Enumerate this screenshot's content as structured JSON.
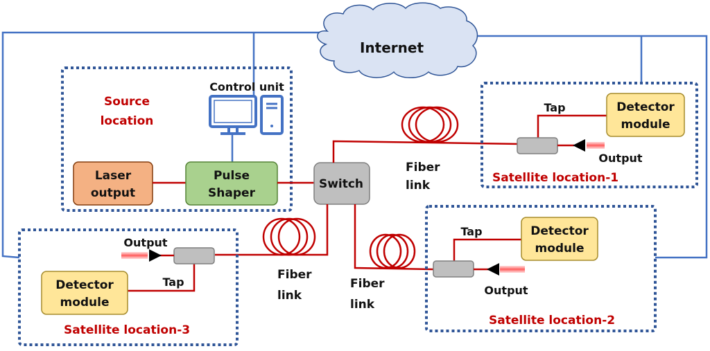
{
  "title": "Fiber network distribution diagram",
  "colors": {
    "network_line": "#4472c4",
    "fiber_line": "#c00000",
    "location_border": "#2f5597",
    "cloud_fill": "#dae3f3",
    "laser_fill": "#f4b183",
    "pulse_shaper_fill": "#a9d18e",
    "detector_fill": "#ffe699",
    "switch_fill": "#bfbfbf"
  },
  "cloud": {
    "label": "Internet",
    "icon": "cloud-icon"
  },
  "source": {
    "location_label_line1": "Source",
    "location_label_line2": "location",
    "control_unit_label": "Control unit",
    "control_unit_icons": [
      "monitor-icon",
      "tower-pc-icon"
    ],
    "laser": {
      "line1": "Laser",
      "line2": "output"
    },
    "pulse_shaper": {
      "line1": "Pulse",
      "line2": "Shaper"
    }
  },
  "switch": {
    "label": "Switch"
  },
  "fiber_links": [
    {
      "line1": "Fiber",
      "line2": "link",
      "to": "Satellite location-1"
    },
    {
      "line1": "Fiber",
      "line2": "link",
      "to": "Satellite location-3"
    },
    {
      "line1": "Fiber",
      "line2": "link",
      "to": "Satellite location-2"
    }
  ],
  "satellites": [
    {
      "name": "Satellite location-1",
      "tap": "Tap",
      "output": "Output",
      "detector_line1": "Detector",
      "detector_line2": "module"
    },
    {
      "name": "Satellite location-2",
      "tap": "Tap",
      "output": "Output",
      "detector_line1": "Detector",
      "detector_line2": "module"
    },
    {
      "name": "Satellite location-3",
      "tap": "Tap",
      "output": "Output",
      "detector_line1": "Detector",
      "detector_line2": "module"
    }
  ]
}
